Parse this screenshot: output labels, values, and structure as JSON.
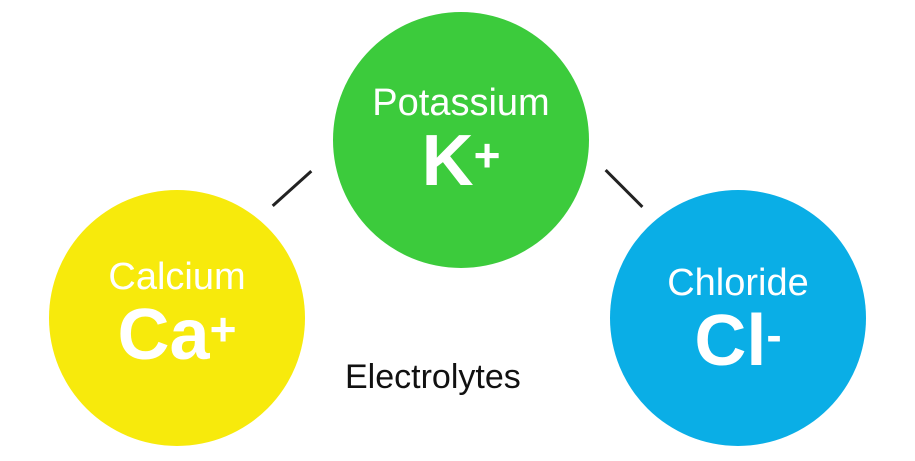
{
  "title": "Electrolytes",
  "nodes": [
    {
      "name": "Potassium",
      "symbol": "K",
      "charge": "+",
      "color": "#3ccb3c"
    },
    {
      "name": "Calcium",
      "symbol": "Ca",
      "charge": "+",
      "color": "#f7ea0c"
    },
    {
      "name": "Chloride",
      "symbol": "Cl",
      "charge": "-",
      "color": "#0aaee6"
    }
  ]
}
